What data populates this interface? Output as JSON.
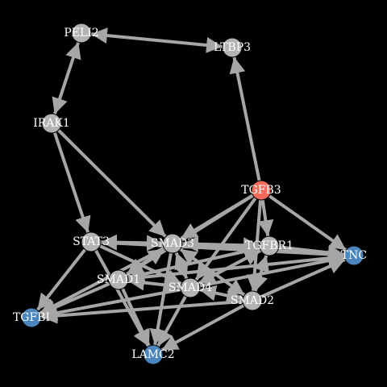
{
  "diagram": {
    "type": "network",
    "background": "#000000",
    "edge_color": "#a6a6a6",
    "default_node_color": "#b3b3b3",
    "nodes": [
      {
        "id": "PELI2",
        "label": "PELI2",
        "color": "#b3b3b3"
      },
      {
        "id": "LTBP3",
        "label": "LTBP3",
        "color": "#b3b3b3"
      },
      {
        "id": "IRAK1",
        "label": "IRAK1",
        "color": "#b3b3b3"
      },
      {
        "id": "TGFB3",
        "label": "TGFB3",
        "color": "#f26b5b"
      },
      {
        "id": "STAT3",
        "label": "STAT3",
        "color": "#b3b3b3"
      },
      {
        "id": "SMAD3",
        "label": "SMAD3",
        "color": "#b3b3b3"
      },
      {
        "id": "TGFBR1",
        "label": "TGFBR1",
        "color": "#b3b3b3"
      },
      {
        "id": "TNC",
        "label": "TNC",
        "color": "#4a86bd"
      },
      {
        "id": "SMAD1",
        "label": "SMAD1",
        "color": "#b3b3b3"
      },
      {
        "id": "SMAD4",
        "label": "SMAD4",
        "color": "#b3b3b3"
      },
      {
        "id": "SMAD2",
        "label": "SMAD2",
        "color": "#b3b3b3"
      },
      {
        "id": "TGFBI",
        "label": "TGFBI",
        "color": "#4a86bd"
      },
      {
        "id": "LAMC2",
        "label": "LAMC2",
        "color": "#4a86bd"
      }
    ],
    "edges": [
      {
        "from": "PELI2",
        "to": "LTBP3",
        "both": true
      },
      {
        "from": "PELI2",
        "to": "IRAK1",
        "both": true
      },
      {
        "from": "TGFB3",
        "to": "LTBP3"
      },
      {
        "from": "IRAK1",
        "to": "STAT3"
      },
      {
        "from": "IRAK1",
        "to": "SMAD3"
      },
      {
        "from": "TGFB3",
        "to": "SMAD3"
      },
      {
        "from": "TGFB3",
        "to": "TGFBR1"
      },
      {
        "from": "TGFB3",
        "to": "TNC"
      },
      {
        "from": "TGFB3",
        "to": "SMAD2"
      },
      {
        "from": "TGFB3",
        "to": "SMAD4"
      },
      {
        "from": "TGFB3",
        "to": "SMAD1"
      },
      {
        "from": "SMAD3",
        "to": "STAT3",
        "both": true
      },
      {
        "from": "SMAD3",
        "to": "TGFBR1",
        "both": true
      },
      {
        "from": "SMAD3",
        "to": "SMAD1",
        "both": true
      },
      {
        "from": "SMAD3",
        "to": "SMAD4",
        "both": true
      },
      {
        "from": "SMAD3",
        "to": "SMAD2",
        "both": true
      },
      {
        "from": "SMAD3",
        "to": "LAMC2"
      },
      {
        "from": "SMAD3",
        "to": "TGFBI"
      },
      {
        "from": "SMAD3",
        "to": "TNC"
      },
      {
        "from": "TGFBR1",
        "to": "SMAD2",
        "both": true
      },
      {
        "from": "TGFBR1",
        "to": "SMAD4",
        "both": true
      },
      {
        "from": "TGFBR1",
        "to": "SMAD1",
        "both": true
      },
      {
        "from": "TGFBR1",
        "to": "TNC"
      },
      {
        "from": "STAT3",
        "to": "TGFBI"
      },
      {
        "from": "STAT3",
        "to": "LAMC2"
      },
      {
        "from": "STAT3",
        "to": "SMAD4"
      },
      {
        "from": "STAT3",
        "to": "TNC"
      },
      {
        "from": "SMAD1",
        "to": "TGFBI"
      },
      {
        "from": "SMAD1",
        "to": "LAMC2"
      },
      {
        "from": "SMAD1",
        "to": "TNC"
      },
      {
        "from": "SMAD1",
        "to": "SMAD4",
        "both": true
      },
      {
        "from": "SMAD4",
        "to": "TGFBI"
      },
      {
        "from": "SMAD4",
        "to": "LAMC2"
      },
      {
        "from": "SMAD4",
        "to": "TNC"
      },
      {
        "from": "SMAD4",
        "to": "SMAD2",
        "both": true
      },
      {
        "from": "SMAD2",
        "to": "TGFBI"
      },
      {
        "from": "SMAD2",
        "to": "LAMC2"
      },
      {
        "from": "SMAD2",
        "to": "TNC"
      }
    ]
  }
}
